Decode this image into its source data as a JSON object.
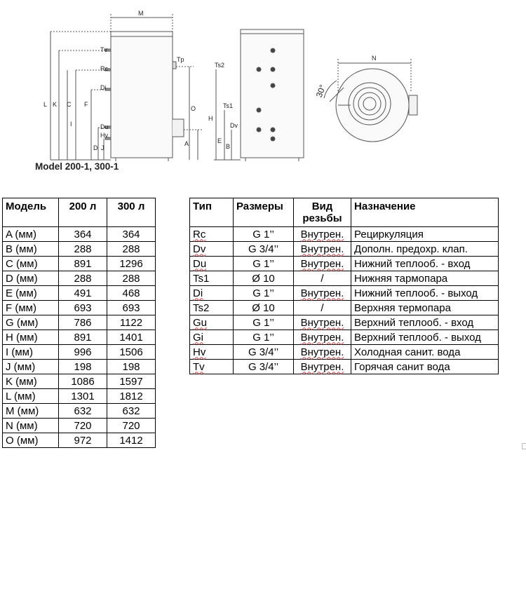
{
  "drawing": {
    "caption": "Model 200-1, 300-1",
    "side_view_labels": [
      "M",
      "Tv",
      "Tp",
      "Rc",
      "Di",
      "Du",
      "Hv",
      "L",
      "K",
      "C",
      "F",
      "D",
      "J",
      "I",
      "O",
      "A"
    ],
    "front_view_labels": [
      "Ts2",
      "Ts1",
      "Dv",
      "H",
      "E",
      "B"
    ],
    "top_view_labels": [
      "N",
      "30°"
    ]
  },
  "models_table": {
    "headers": [
      "Модель",
      "200 л",
      "300 л"
    ],
    "rows": [
      [
        "A (мм)",
        "364",
        "364"
      ],
      [
        "B (мм)",
        "288",
        "288"
      ],
      [
        "C (мм)",
        "891",
        "1296"
      ],
      [
        "D (мм)",
        "288",
        "288"
      ],
      [
        "E (мм)",
        "491",
        "468"
      ],
      [
        "F (мм)",
        "693",
        "693"
      ],
      [
        "G (мм)",
        "786",
        "1122"
      ],
      [
        "H (мм)",
        "891",
        "1401"
      ],
      [
        "I (мм)",
        "996",
        "1506"
      ],
      [
        "J (мм)",
        "198",
        "198"
      ],
      [
        "K (мм)",
        "1086",
        "1597"
      ],
      [
        "L (мм)",
        "1301",
        "1812"
      ],
      [
        "M (мм)",
        "632",
        "632"
      ],
      [
        "N (мм)",
        "720",
        "720"
      ],
      [
        "O (мм)",
        "972",
        "1412"
      ]
    ]
  },
  "types_table": {
    "headers": [
      "Тип",
      "Размеры",
      "Вид резьбы",
      "Назначение"
    ],
    "rows": [
      [
        "Rc",
        "G 1’’",
        "Внутрен.",
        "Рециркуляция"
      ],
      [
        "Dv",
        "G 3/4’’",
        "Внутрен.",
        "Дополн. предохр. клап."
      ],
      [
        "Du",
        "G 1’’",
        "Внутрен.",
        "Нижний теплооб. - вход"
      ],
      [
        "Ts1",
        "Ø 10",
        "/",
        "Нижняя тармопара"
      ],
      [
        "Di",
        "G 1’’",
        "Внутрен.",
        "Нижний теплооб. - выход"
      ],
      [
        "Ts2",
        "Ø 10",
        "/",
        "Верхняя термопара"
      ],
      [
        "Gu",
        "G 1’’",
        "Внутрен.",
        "Верхний теплооб. - вход"
      ],
      [
        "Gi",
        "G 1’’",
        "Внутрен.",
        "Верхний теплооб. - выход"
      ],
      [
        "Hv",
        "G 3/4’’",
        "Внутрен.",
        "Холодная санит. вода"
      ],
      [
        "Tv",
        "G 3/4’’",
        "Внутрен.",
        "Горячая санит вода"
      ]
    ]
  },
  "colors": {
    "line": "#555555",
    "text": "#000000",
    "spellcheck": "#d04040"
  }
}
